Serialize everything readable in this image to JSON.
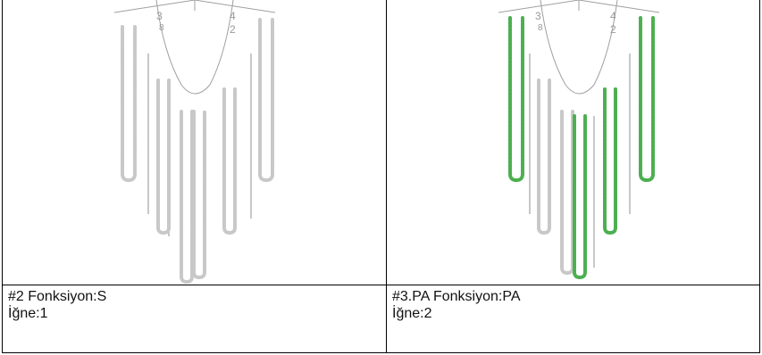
{
  "panels": [
    {
      "title": "#2 Fonksiyon:S",
      "needle": "İğne:1",
      "stitch_color": "#c8c8c8",
      "figures": [
        "3",
        "8",
        "4",
        "2"
      ]
    },
    {
      "title": "#3.PA Fonksiyon:PA",
      "needle": "İğne:2",
      "stitch_color": "#4caf50",
      "secondary_color": "#c8c8c8",
      "figures": [
        "3",
        "8",
        "4",
        "2"
      ]
    }
  ]
}
